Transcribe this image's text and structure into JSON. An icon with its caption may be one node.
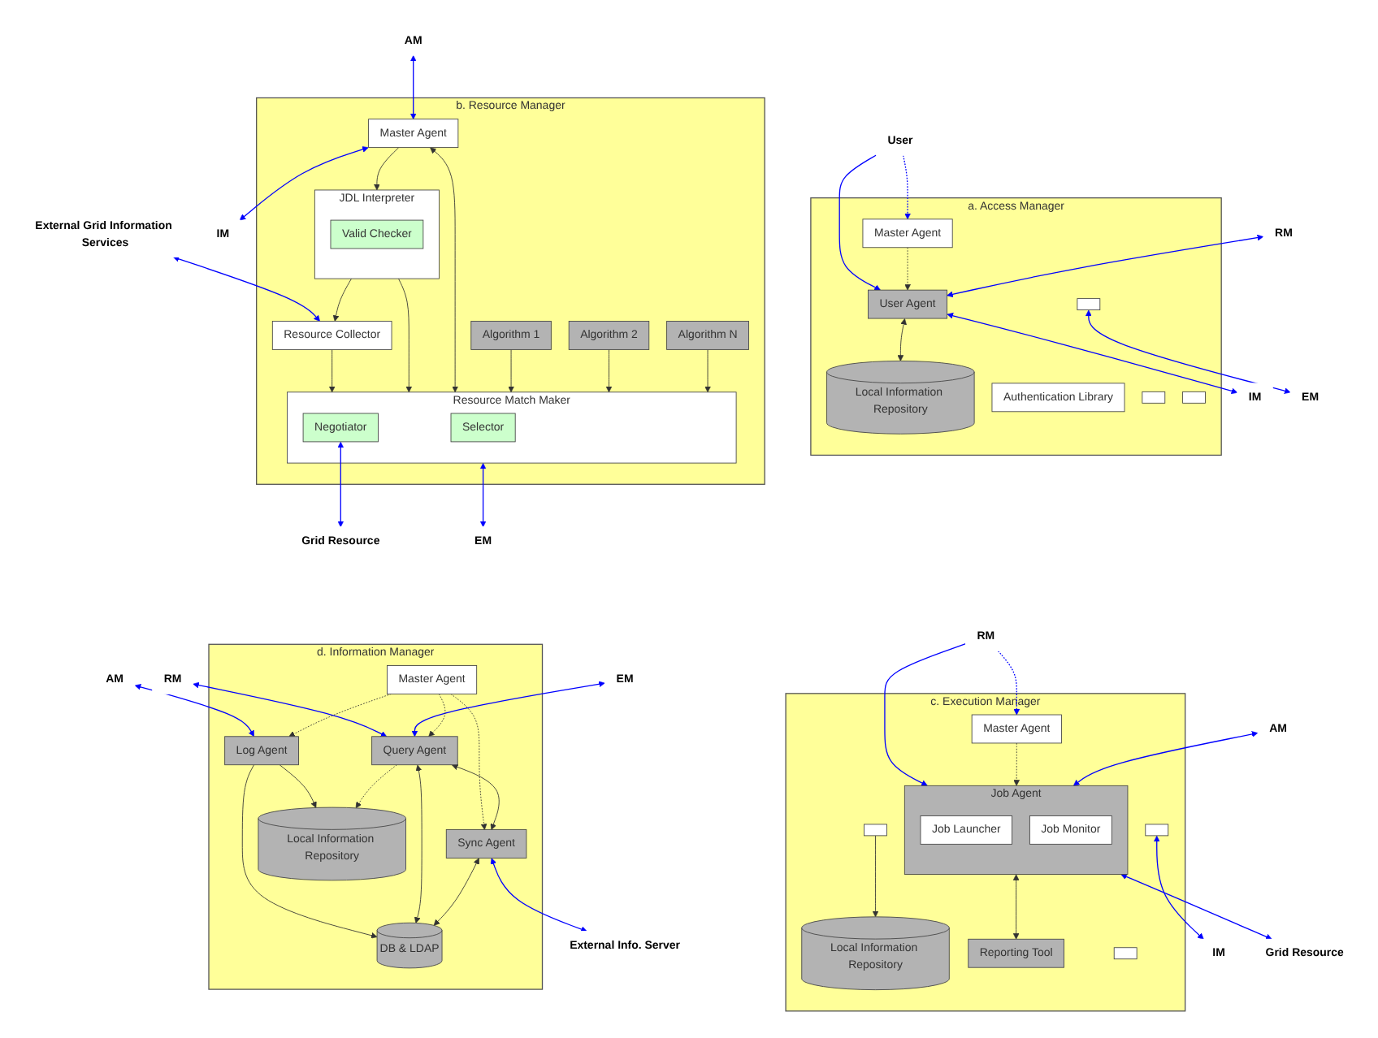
{
  "diagram": {
    "nodes": [
      {
        "text": [
          "a. Access Manager"
        ]
      },
      {
        "text": [
          "Master Agent"
        ],
        "in": 0
      },
      {
        "text": [
          "Authentication Library"
        ],
        "in": 0
      },
      {
        "text": [
          "User Agent"
        ],
        "in": 0
      },
      {
        "text": [],
        "shape": "box",
        "in": 0
      },
      {
        "text": [],
        "shape": "box",
        "in": 0
      },
      {
        "text": [],
        "shape": "box",
        "in": 0
      },
      {
        "text": [
          "Local Information Repository"
        ],
        "in": 0
      },
      {
        "text": [
          "User"
        ]
      },
      {
        "text": [
          "RM"
        ]
      },
      {
        "text": [
          "IM"
        ]
      },
      {
        "text": [
          "EM"
        ]
      },
      {
        "text": [
          "b. Resource Manager"
        ]
      },
      {
        "text": [
          "Master Agent"
        ],
        "in": 12
      },
      {
        "text": [
          "Resource Collector"
        ],
        "in": 12
      },
      {
        "text": [
          "JDL Interpreter"
        ],
        "in": 12
      },
      {
        "text": [
          "Valid Checker"
        ],
        "in": 15
      },
      {
        "text": [
          "Algorithm 1"
        ],
        "in": 12
      },
      {
        "text": [
          "Algorithm 2"
        ],
        "in": 12
      },
      {
        "text": [
          "Algorithm N"
        ],
        "in": 12
      },
      {
        "text": [
          "Resource Match Maker"
        ],
        "in": 12
      },
      {
        "text": [
          "Selector"
        ],
        "in": 20
      },
      {
        "text": [
          "Negotiator"
        ],
        "in": 20
      },
      {
        "text": [
          "AM"
        ]
      },
      {
        "text": [
          "IM"
        ]
      },
      {
        "text": [
          "External Grid Information Services"
        ]
      },
      {
        "text": [
          "EM"
        ]
      },
      {
        "text": [
          "Grid Resource"
        ]
      },
      {
        "text": [
          "c. Execution Manager"
        ]
      },
      {
        "text": [
          "Master Agent"
        ],
        "in": 28
      },
      {
        "text": [
          "Job Agent"
        ],
        "in": 28
      },
      {
        "text": [
          "Job Launcher"
        ],
        "in": 30
      },
      {
        "text": [
          "Job Monitor"
        ],
        "in": 30
      },
      {
        "text": [],
        "shape": "box",
        "in": 28
      },
      {
        "text": [],
        "shape": "box",
        "in": 28
      },
      {
        "text": [],
        "shape": "box",
        "in": 28
      },
      {
        "text": [
          "Reporting Tool"
        ],
        "in": 28
      },
      {
        "text": [
          "Local Information Repository"
        ],
        "in": 28
      },
      {
        "text": [
          "RM"
        ]
      },
      {
        "text": [
          "AM"
        ]
      },
      {
        "text": [
          "Grid Resource"
        ]
      },
      {
        "text": [
          "IM"
        ]
      },
      {
        "text": [
          "d. Information Manager"
        ]
      },
      {
        "text": [
          "Master Agent"
        ],
        "in": 42
      },
      {
        "text": [
          "Log Agent"
        ],
        "in": 42
      },
      {
        "text": [
          "Query Agent"
        ],
        "in": 42
      },
      {
        "text": [
          "Sync Agent"
        ],
        "in": 42
      },
      {
        "text": [
          "Local Information Repository"
        ],
        "in": 42
      },
      {
        "text": [
          "DB & LDAP"
        ],
        "in": 42
      },
      {
        "text": [
          "AM"
        ]
      },
      {
        "text": [
          "RM"
        ]
      },
      {
        "text": [
          "EM"
        ]
      },
      {
        "text": [
          "External Info. Server"
        ]
      }
    ],
    "edges": [
      {
        "from": 8,
        "to": 1,
        "arrow": "to",
        "style": "dashed",
        "color": "#0000ff"
      },
      {
        "from": 8,
        "to": 3,
        "arrow": "to",
        "color": "#0000ff"
      },
      {
        "from": 1,
        "to": 3,
        "arrow": "to",
        "style": "dashed"
      },
      {
        "from": 9,
        "to": 3,
        "arrow": "both",
        "color": "#0000ff"
      },
      {
        "from": 3,
        "to": 10,
        "arrow": "both",
        "color": "#0000ff"
      },
      {
        "from": 6,
        "to": 11,
        "arrow": "both",
        "color": "#0000ff"
      },
      {
        "from": 3,
        "to": 7,
        "arrow": "both"
      },
      {
        "from": 23,
        "to": 13,
        "arrow": "both",
        "color": "#0000ff"
      },
      {
        "from": 13,
        "to": 24,
        "arrow": "both",
        "color": "#0000ff"
      },
      {
        "from": 25,
        "to": 14,
        "arrow": "both",
        "color": "#0000ff"
      },
      {
        "from": 13,
        "to": 15,
        "arrow": "to"
      },
      {
        "from": 15,
        "to": 14,
        "arrow": "to"
      },
      {
        "from": 14,
        "to": 20,
        "arrow": "to"
      },
      {
        "from": 15,
        "to": 20,
        "arrow": "to"
      },
      {
        "from": 13,
        "to": 20,
        "arrow": "both"
      },
      {
        "from": 17,
        "to": 20,
        "arrow": "to"
      },
      {
        "from": 18,
        "to": 20,
        "arrow": "to"
      },
      {
        "from": 19,
        "to": 20,
        "arrow": "to"
      },
      {
        "from": 20,
        "to": 26,
        "arrow": "both",
        "color": "#0000ff"
      },
      {
        "from": 22,
        "to": 27,
        "arrow": "both",
        "color": "#0000ff"
      },
      {
        "from": 38,
        "to": 29,
        "arrow": "to",
        "style": "dashed",
        "color": "#0000ff"
      },
      {
        "from": 38,
        "to": 30,
        "arrow": "to",
        "color": "#0000ff"
      },
      {
        "from": 29,
        "to": 30,
        "arrow": "to",
        "style": "dashed"
      },
      {
        "from": 39,
        "to": 30,
        "arrow": "both",
        "color": "#0000ff"
      },
      {
        "from": 30,
        "to": 40,
        "arrow": "both",
        "color": "#0000ff"
      },
      {
        "from": 35,
        "to": 41,
        "arrow": "both",
        "color": "#0000ff"
      },
      {
        "from": 30,
        "to": 36,
        "arrow": "both"
      },
      {
        "from": 34,
        "to": 37,
        "arrow": "to"
      },
      {
        "from": 49,
        "to": 44,
        "arrow": "both",
        "color": "#0000ff"
      },
      {
        "from": 50,
        "to": 45,
        "arrow": "both",
        "color": "#0000ff"
      },
      {
        "from": 51,
        "to": 45,
        "arrow": "both",
        "color": "#0000ff"
      },
      {
        "from": 43,
        "to": 44,
        "arrow": "to",
        "style": "dashed"
      },
      {
        "from": 43,
        "to": 45,
        "arrow": "to",
        "style": "dashed"
      },
      {
        "from": 43,
        "to": 46,
        "arrow": "to",
        "style": "dashed"
      },
      {
        "from": 45,
        "to": 46,
        "arrow": "both"
      },
      {
        "from": 46,
        "to": 52,
        "arrow": "both",
        "color": "#0000ff"
      },
      {
        "from": 44,
        "to": 47,
        "arrow": "to"
      },
      {
        "from": 44,
        "to": 48,
        "arrow": "to"
      },
      {
        "from": 45,
        "to": 47,
        "arrow": "to",
        "style": "dashed"
      },
      {
        "from": 45,
        "to": 48,
        "arrow": "both"
      },
      {
        "from": 46,
        "to": 48,
        "arrow": "both"
      }
    ]
  }
}
